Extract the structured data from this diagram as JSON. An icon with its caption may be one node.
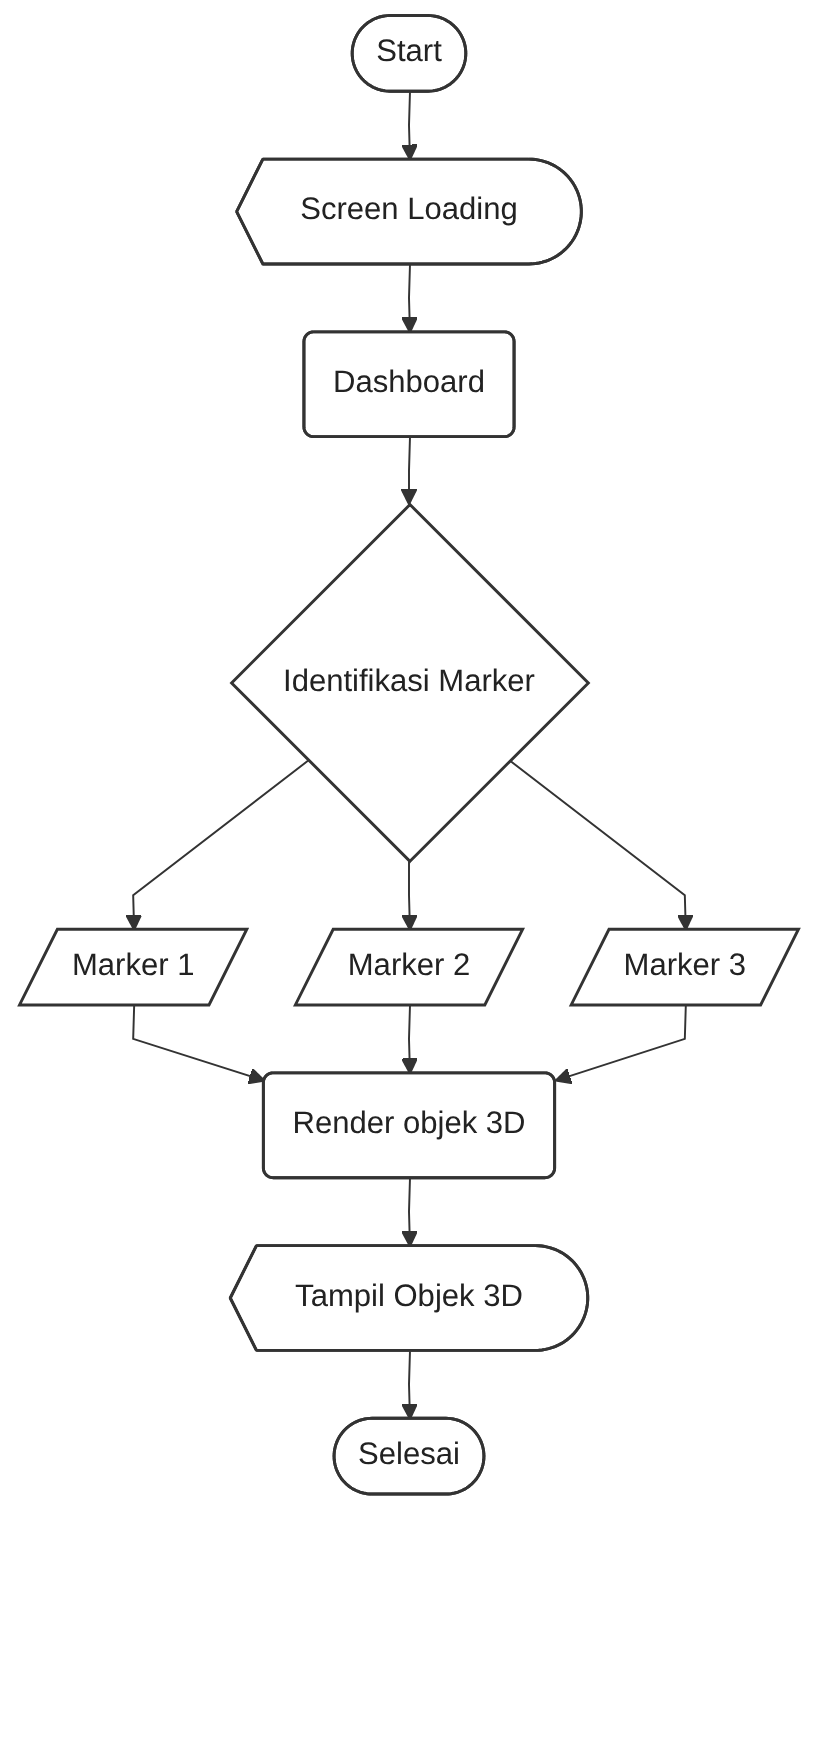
{
  "diagram": {
    "nodes": [
      {
        "text": [
          "Start"
        ]
      },
      {
        "text": [
          "Screen Loading"
        ]
      },
      {
        "text": [
          "Dashboard"
        ]
      },
      {
        "text": [
          "Identifikasi Marker"
        ]
      },
      {
        "text": [
          "Marker 1"
        ]
      },
      {
        "text": [
          "Marker 2"
        ]
      },
      {
        "text": [
          "Marker 3"
        ]
      },
      {
        "text": [
          "Render objek 3D"
        ]
      },
      {
        "text": [
          "Tampil Objek 3D"
        ]
      },
      {
        "text": [
          "Selesai"
        ]
      }
    ],
    "edges": [
      {
        "from": 0,
        "to": 1,
        "arrow": "to"
      },
      {
        "from": 1,
        "to": 2,
        "arrow": "to"
      },
      {
        "from": 2,
        "to": 3,
        "arrow": "to"
      },
      {
        "from": 3,
        "to": 4,
        "arrow": "to"
      },
      {
        "from": 3,
        "to": 5,
        "arrow": "to"
      },
      {
        "from": 3,
        "to": 6,
        "arrow": "to"
      },
      {
        "from": 4,
        "to": 7,
        "arrow": "to"
      },
      {
        "from": 5,
        "to": 7,
        "arrow": "to"
      },
      {
        "from": 6,
        "to": 7,
        "arrow": "to"
      },
      {
        "from": 7,
        "to": 8,
        "arrow": "to"
      },
      {
        "from": 8,
        "to": 9,
        "arrow": "to"
      }
    ]
  }
}
